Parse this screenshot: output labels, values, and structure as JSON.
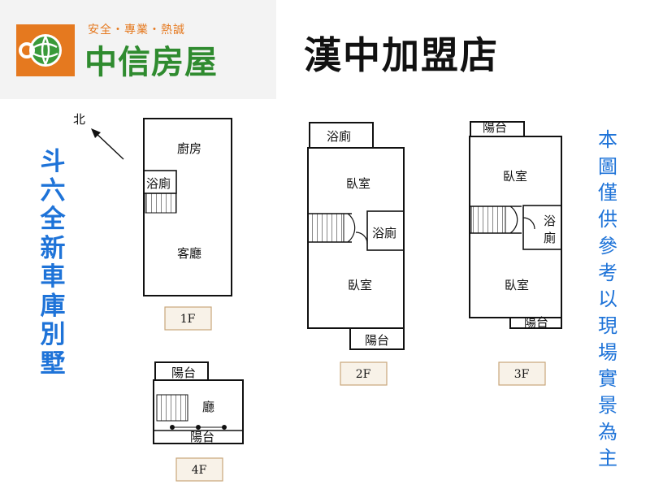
{
  "brand": {
    "tagline": "安全・專業・熱誠",
    "name": "中信房屋",
    "store": "漢中加盟店",
    "logo_colors": {
      "square": "#e5791f",
      "globe": "#3a9a3a"
    }
  },
  "title_chars": [
    "斗",
    "六",
    "全",
    "新",
    "車",
    "庫",
    "別",
    "墅"
  ],
  "note_chars": [
    "本",
    "圖",
    "僅",
    "供",
    "參",
    "考",
    "以",
    "現",
    "場",
    "實",
    "景",
    "為",
    "主"
  ],
  "compass": {
    "label": "北",
    "icon": "north-arrow-icon"
  },
  "floors": {
    "f1": {
      "label": "1F",
      "kitchen": "廚房",
      "bath": "浴廁",
      "living": "客廳"
    },
    "f2": {
      "label": "2F",
      "bath_top": "浴廁",
      "bedroom_top": "臥室",
      "bath_mid": "浴廁",
      "bedroom_bottom": "臥室",
      "balcony": "陽台"
    },
    "f3": {
      "label": "3F",
      "balcony_top": "陽台",
      "bedroom_top": "臥室",
      "bath": "浴廁",
      "bedroom_bottom": "臥室",
      "balcony_bottom": "陽台"
    },
    "f4": {
      "label": "4F",
      "balcony_top": "陽台",
      "hall": "廳",
      "balcony_bottom": "陽台"
    }
  },
  "colors": {
    "accent_blue": "#1e73d8",
    "label_box_border": "#c9a67a",
    "label_box_fill": "#f8f2e8",
    "wall": "#111111"
  }
}
